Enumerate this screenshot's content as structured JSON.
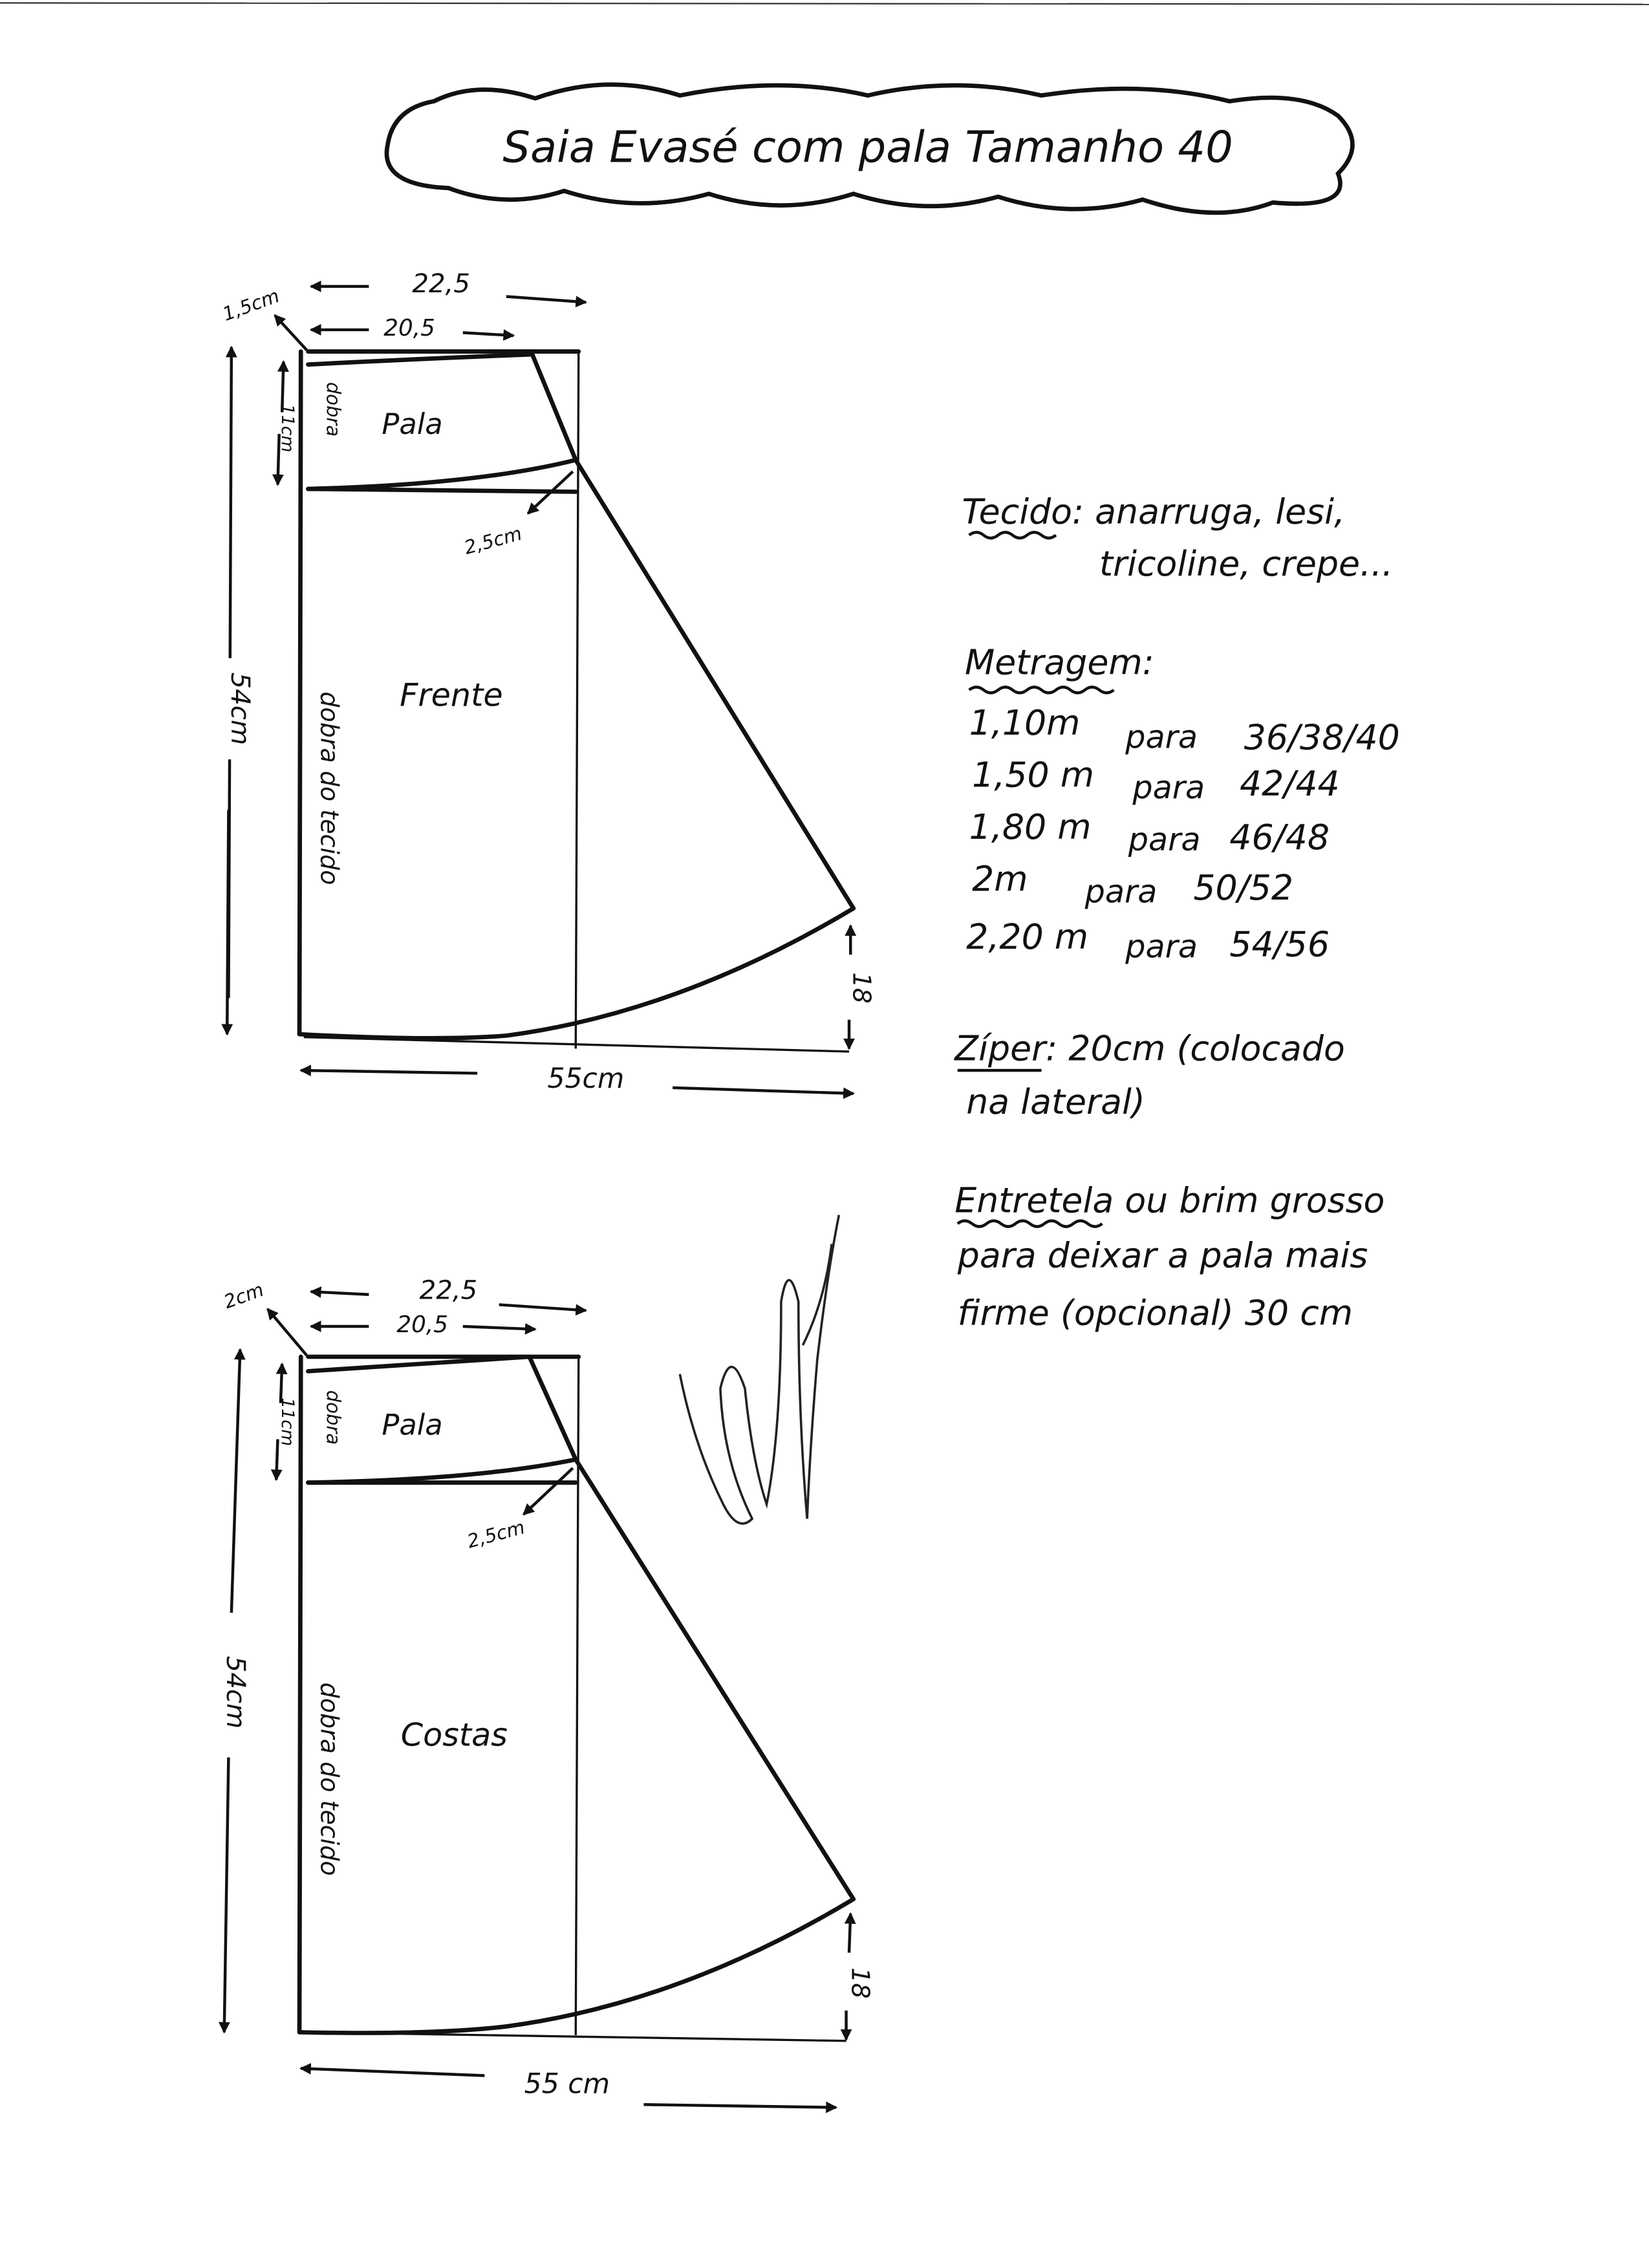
{
  "title": "Saia Evasé com pala Tamanho 40",
  "front_piece": {
    "width_top": "22,5",
    "width_waist": "20,5",
    "corner_raise": "1,5cm",
    "yoke_height": "11cm",
    "fold_short": "dobra",
    "yoke_label": "Pala",
    "yoke_offset": "2,5cm",
    "length": "54cm",
    "piece_label": "Frente",
    "fold_label": "dobra do tecido",
    "hem_rise": "18",
    "hem_width": "55cm"
  },
  "back_piece": {
    "width_top": "22,5",
    "width_waist": "20,5",
    "corner_raise": "2cm",
    "yoke_height": "11cm",
    "fold_short": "dobra",
    "yoke_label": "Pala",
    "yoke_offset": "2,5cm",
    "length": "54cm",
    "piece_label": "Costas",
    "fold_label": "dobra do tecido",
    "hem_rise": "18",
    "hem_width": "55 cm"
  },
  "notes": {
    "fabric_heading": "Tecido",
    "fabric_line1": ": anarruga, lesi,",
    "fabric_line2": "tricoline, crepe...",
    "yardage_heading": "Metragem:",
    "yardage": [
      {
        "amount": "1,10m",
        "word": "para",
        "sizes": "36/38/40"
      },
      {
        "amount": "1,50 m",
        "word": "para",
        "sizes": "42/44"
      },
      {
        "amount": "1,80 m",
        "word": "para",
        "sizes": "46/48"
      },
      {
        "amount": "2m",
        "word": "para",
        "sizes": "50/52"
      },
      {
        "amount": "2,20 m",
        "word": "para",
        "sizes": "54/56"
      }
    ],
    "zipper_heading": "Zíper",
    "zipper_line1": ": 20cm (colocado",
    "zipper_line2": "na lateral)",
    "interfacing_heading": "Entretela",
    "interfacing_line1": " ou brim grosso",
    "interfacing_line2": "para deixar a pala mais",
    "interfacing_line3": "firme (opcional) 30 cm"
  }
}
